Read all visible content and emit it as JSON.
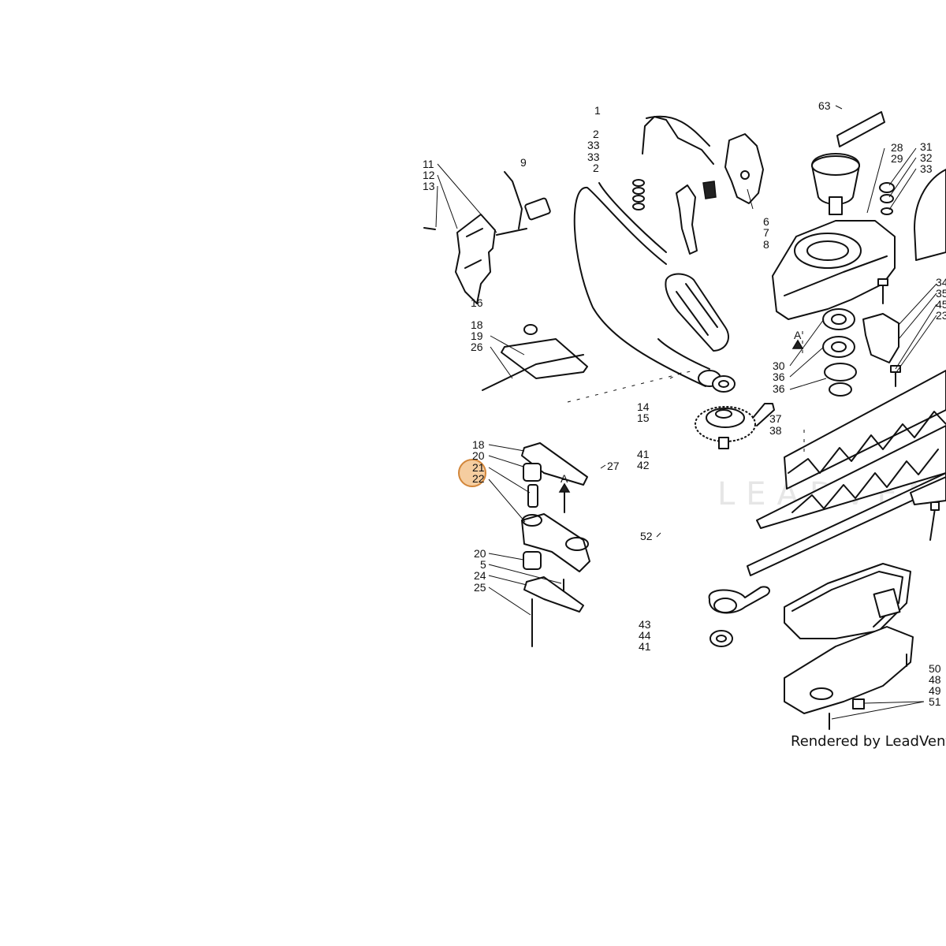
{
  "colors": {
    "ink": "#111111",
    "highlight": "#f3c48f",
    "highlight_stroke": "#d2863a",
    "watermark": "#e6e6e6",
    "background": "#ffffff"
  },
  "watermark": "LEADVENTURE",
  "credit": "Rendered by LeadVentur",
  "highlighted_callout": "21",
  "labels": {
    "c1": "1",
    "c2a": "2",
    "c33a": "33",
    "c33b": "33",
    "c2b": "2",
    "c9": "9",
    "c11": "11",
    "c12": "12",
    "c13": "13",
    "c6": "6",
    "c7": "7",
    "c8": "8",
    "c63": "63",
    "c28": "28",
    "c29": "29",
    "c31": "31",
    "c32": "32",
    "c33c": "33",
    "c34": "34",
    "c35": "35",
    "c45": "45",
    "c23": "23",
    "c16": "16",
    "c18a": "18",
    "c19": "19",
    "c26": "26",
    "c30": "30",
    "c36a": "36",
    "c36b": "36",
    "c14": "14",
    "c15": "15",
    "c37": "37",
    "c38": "38",
    "c18b": "18",
    "c20a": "20",
    "c21": "21",
    "c22": "22",
    "c27": "27",
    "c41a": "41",
    "c42": "42",
    "c52": "52",
    "c20b": "20",
    "c5": "5",
    "c24": "24",
    "c25": "25",
    "c43": "43",
    "c44": "44",
    "c41b": "41",
    "c50": "50",
    "c48": "48",
    "c49": "49",
    "c51": "51",
    "ref_a1": "A",
    "ref_a2": "A"
  }
}
